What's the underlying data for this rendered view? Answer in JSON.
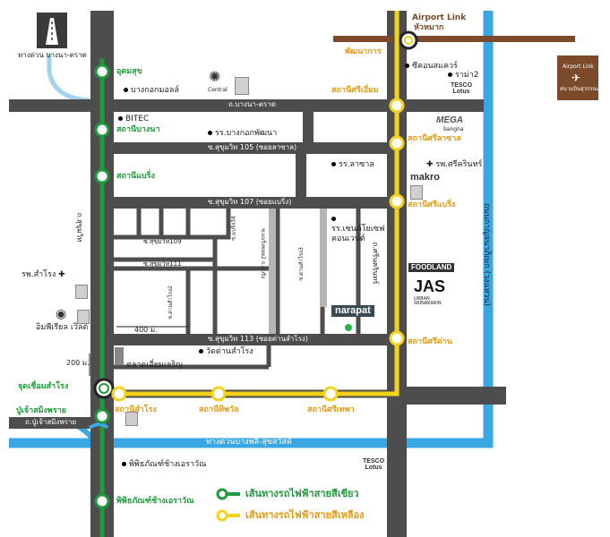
{
  "highways": {
    "bangna_trad_sign": "ทางด่วน บางนา-ตราด",
    "bangna_trad_road": "ถ.บางนา-ตราด",
    "bangplee_expressway": "ทางด่วนบางพลี-สุขสวัสดิ์",
    "airport_link_top": "Airport Link",
    "hua_mak": "หัวหมาก",
    "airport_link_right": "Airport Link",
    "suvarnabhumi": "สนามบินสุวรรณภูมิ",
    "kanchanaphisek": "ถนนกาญจนาภิเษก (วงแหวน)"
  },
  "roads": {
    "sukhumvit": "ถ.สุขุมวิท",
    "soi105": "ซ.สุขุมวิท 105 (ซอยลาซาล)",
    "soi107": "ซ.สุขุมวิท 107 (ซอยแบริ่ง)",
    "soi109": "ซ.สุขุมวิท109",
    "soi111": "ซ.สุขุมวิท111",
    "soi113": "ซ.สุขุมวิท 113 (ซอยด่านสำโรง)",
    "srinakarin": "ถ.ศรีนครินทร์",
    "poochao": "ถ.ปู่เจ้าสมิงพราย",
    "soi_small1": "ซ.แบริ่ง34",
    "soi_small2": "ซ.แบริ่งซอย2 ถ.แบริ่ง",
    "soi_small3": "ซ.ด่านสำโรง3",
    "soi_small4": "ซ.ด่านสำโรง2",
    "soi_small5": "ซ.ตรีรมย์นิยม"
  },
  "stations_green": [
    {
      "name": "อุดมสุข"
    },
    {
      "name": "สถานีบางนา"
    },
    {
      "name": "สถานีแบริ่ง"
    },
    {
      "name": "จุดเชื่อมสำโรง"
    },
    {
      "name": "ปู่เจ้าสมิงพราย"
    },
    {
      "name": "พิพิธภัณฑ์ช้างเอราวัณ"
    }
  ],
  "stations_yellow": [
    {
      "name": "พัฒนาการ"
    },
    {
      "name": "สถานีศรีเอี่ยม"
    },
    {
      "name": "สถานีศรีลาซาล"
    },
    {
      "name": "สถานีศรีแบริ่ง"
    },
    {
      "name": "สถานีศรีด่าน"
    },
    {
      "name": "สถานีสำโรง"
    },
    {
      "name": "สถานีทิพวัล"
    },
    {
      "name": "สถานีศรีเทพา"
    }
  ],
  "places": {
    "seacon": "ซีคอนสแควร์",
    "rama12": "ราม่า2",
    "tesco1": "TESCO Lotus",
    "bangkok_mall": "บางกอกมอลล์",
    "central": "Central",
    "bitec": "BITEC",
    "bkk_patana": "รร.บางกอกพัฒนา",
    "mega": "MEGA",
    "mega_sub": "bangna",
    "lasalle_school": "รร.ลาซาล",
    "srinakarin_hosp": "รพ.ศรีครินทร์",
    "makro": "makro",
    "st_joseph": "รร.เซนต์โยเซฟ คอนเวนต์",
    "foodland": "FOODLAND",
    "jas": "JAS",
    "jas_sub": "URBAN SRINAKARIN",
    "narapat": "narapat",
    "samrong_hosp": "รพ.สำโรง",
    "imperial": "อิมพีเรียล เวิลด์",
    "wat_dansamrong": "วัดด่านสำโรง",
    "market": "ตลาดเอี่ยมเจริญ",
    "erawan_museum": "พิพิธภัณฑ์ช้างเอราวัณ",
    "tesco2": "TESCO Lotus",
    "dist400": "400 ม.",
    "dist200": "200 ม."
  },
  "legend": {
    "green_line": "เส้นทางรถไฟฟ้าสายสีเขียว",
    "yellow_line": "เส้นทางรถไฟฟ้าสายสีเหลือง"
  },
  "colors": {
    "road": "#4d4d4d",
    "green_line": "#1e9a3c",
    "yellow_line": "#f5d21a",
    "expressway": "#3aa7e2",
    "airport_link": "#7a4a2a",
    "station_label_green": "#1e9a3c",
    "station_label_yellow": "#e39b12"
  }
}
